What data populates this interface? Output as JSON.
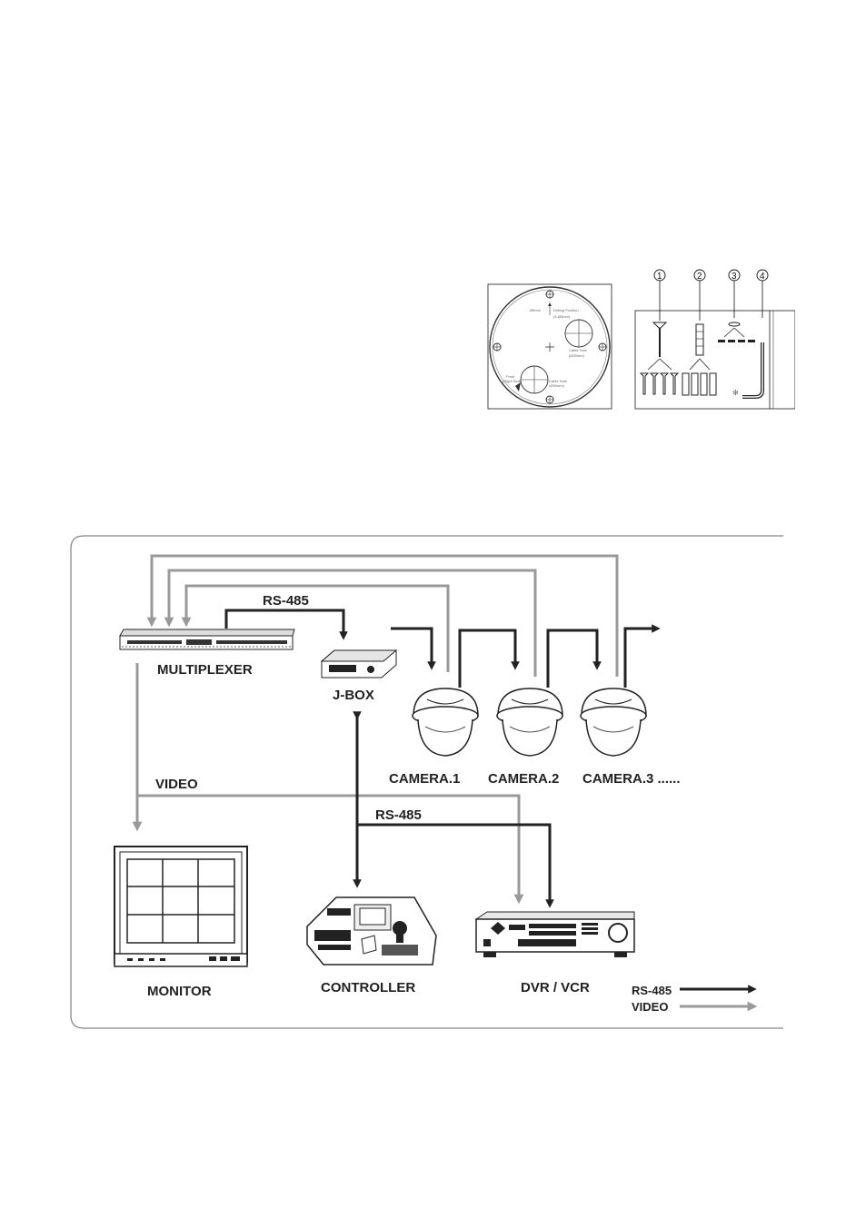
{
  "mounting_figure": {
    "plate": {
      "drilling_label": "Drilling Position",
      "drilling_dim": "(4-Ø5mm)",
      "hole_label_a": "Cable Hole",
      "hole_dim_a": "(Ø30mm)",
      "hole_label_b": "Cable Hole",
      "hole_dim_b": "(Ø30mm)",
      "cross_note": "Ø5mm",
      "side_note": "Front",
      "side_note_2": "(Right Side)"
    },
    "accessories": [
      "①",
      "②",
      "③",
      "④"
    ]
  },
  "connection_diagram": {
    "devices": {
      "multiplexer": "MULTIPLEXER",
      "jbox": "J-BOX",
      "camera1": "CAMERA.1",
      "camera2": "CAMERA.2",
      "camera3": "CAMERA.3 ......",
      "monitor": "MONITOR",
      "controller": "CONTROLLER",
      "dvr": "DVR / VCR"
    },
    "signals": {
      "rs485_top": "RS-485",
      "rs485_mid": "RS-485",
      "video": "VIDEO"
    },
    "legend": {
      "rs485": "RS-485",
      "video": "VIDEO"
    },
    "colors": {
      "rs485": "#222222",
      "video": "#9a9a9a",
      "frame": "#888888"
    }
  }
}
